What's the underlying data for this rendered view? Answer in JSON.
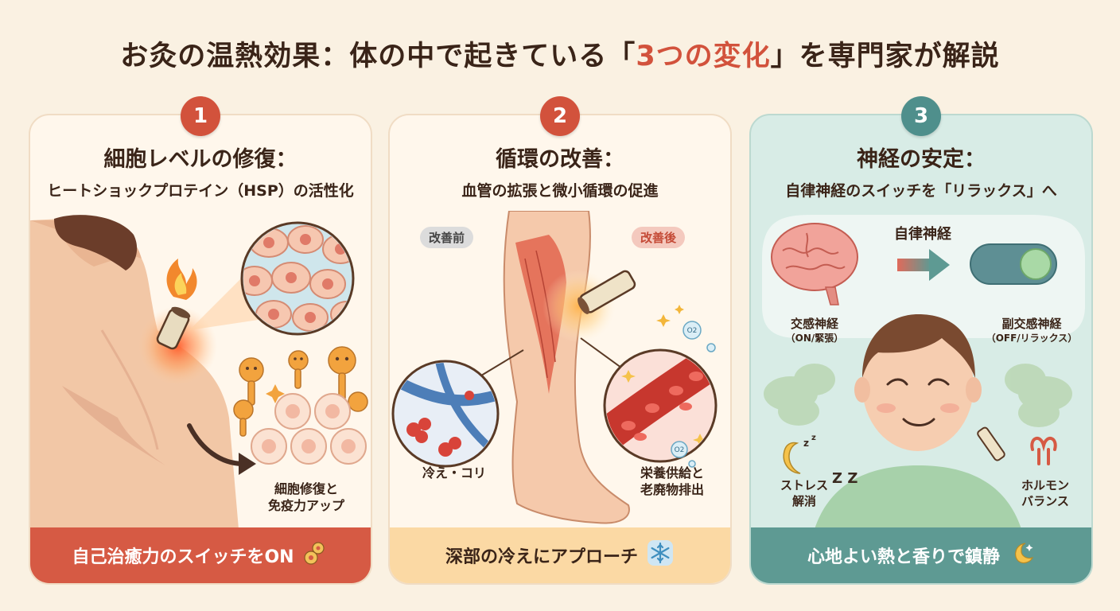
{
  "header": {
    "title_pre": "お灸の温熱効果：体の中で起きている「",
    "title_highlight": "3つの変化",
    "title_post": "」を専門家が解説"
  },
  "cards": [
    {
      "number": "1",
      "title": "細胞レベルの修復：",
      "subtitle": "ヒートショックプロテイン（HSP）の活性化",
      "labels": {
        "repair": "細胞修復と\n免疫力アップ"
      },
      "footer": "自己治癒力のスイッチをON",
      "footer_icon": "gear-icon"
    },
    {
      "number": "2",
      "title": "循環の改善：",
      "subtitle": "血管の拡張と微小循環の促進",
      "labels": {
        "before": "改善前",
        "after": "改善後",
        "cold": "冷え・コリ",
        "nutrition": "栄養供給と\n老廃物排出",
        "o2": "O2"
      },
      "footer": "深部の冷えにアプローチ",
      "footer_icon": "snowflake-icon"
    },
    {
      "number": "3",
      "title": "神経の安定：",
      "subtitle": "自律神経のスイッチを「リラックス」へ",
      "labels": {
        "autonomic": "自律神経",
        "sympathetic": "交感神経",
        "sympathetic_note": "（ON/緊張）",
        "parasympathetic": "副交感神経",
        "parasympathetic_note": "（OFF/リラックス）",
        "stress": "ストレス\n解消",
        "hormone": "ホルモン\nバランス",
        "zzz": "Z Z"
      },
      "footer": "心地よい熱と香りで鎮静",
      "footer_icon": "moon-icon"
    }
  ],
  "colors": {
    "accent_red": "#d2523c",
    "accent_teal": "#4f8f8c",
    "background": "#faf1e2"
  }
}
